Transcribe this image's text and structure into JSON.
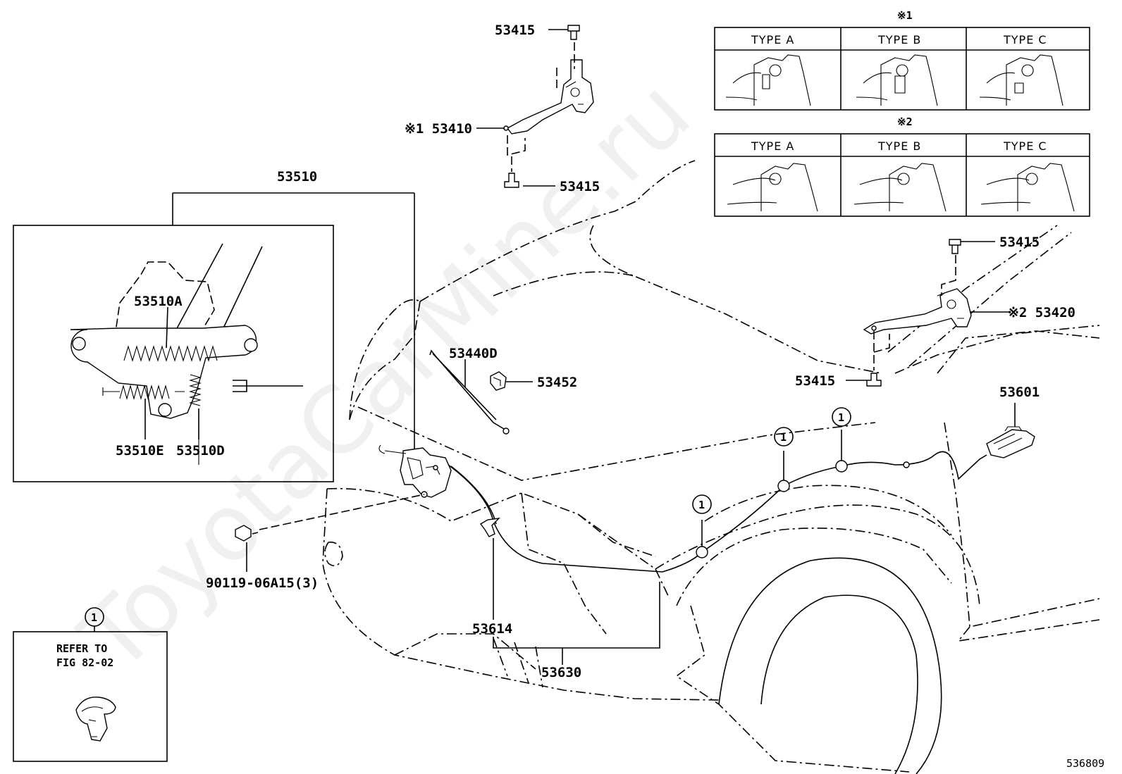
{
  "watermark": "ToyotaCarMine.ru",
  "figure_number": "536809",
  "hinge_types_1": {
    "marker": "※1",
    "types": [
      "TYPE A",
      "TYPE B",
      "TYPE C"
    ]
  },
  "hinge_types_2": {
    "marker": "※2",
    "types": [
      "TYPE A",
      "TYPE B",
      "TYPE C"
    ]
  },
  "parts": {
    "p53415_a": "53415",
    "p53410": "※1 53410",
    "p53415_b": "53415",
    "p53510": "53510",
    "p53510A": "53510A",
    "p53510E": "53510E",
    "p53510D": "53510D",
    "p53440D": "53440D",
    "p53452": "53452",
    "p53415_c": "53415",
    "p53420": "※2 53420",
    "p53415_d": "53415",
    "p53601": "53601",
    "p90119": "90119-06A15(3)",
    "p53614": "53614",
    "p53630": "53630"
  },
  "clip_marker": "1",
  "refer_box": {
    "marker": "1",
    "line1": "REFER TO",
    "line2": "FIG 82-02"
  }
}
